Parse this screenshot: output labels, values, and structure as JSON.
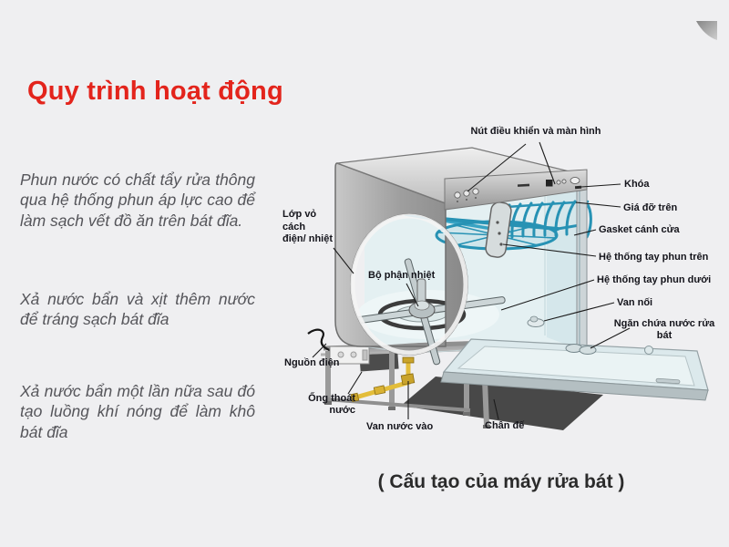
{
  "page": {
    "background": "#efeff1"
  },
  "title": {
    "text": "Quy trình hoạt động",
    "color": "#e3241c"
  },
  "steps": [
    "Phun nước có chất tẩy rửa thông qua hệ thống phun áp lực cao để làm sạch vết đồ ăn trên bát đĩa.",
    "Xả nước bẩn và xịt thêm nước để tráng sạch bát đĩa",
    "Xả nước bẩn một lần nữa sau đó tạo luồng khí nóng để làm khô bát đĩa"
  ],
  "caption": "( Cấu tạo của máy rửa bát )",
  "diagram": {
    "subject": "dishwasher cutaway illustration",
    "colors": {
      "rack_teal": "#2792b4",
      "pipe_yellow": "#e3bd3a",
      "body_gray": "#a9a9a9",
      "label_ink": "#14141b",
      "title_red": "#e3241c"
    },
    "labels": [
      {
        "id": "control-panel-and-display",
        "text": "Nút điều khiển và màn hình"
      },
      {
        "id": "lock",
        "text": "Khóa"
      },
      {
        "id": "upper-rack",
        "text": "Giá đỡ trên"
      },
      {
        "id": "door-gasket",
        "text": "Gasket cánh cửa"
      },
      {
        "id": "upper-spray-arm",
        "text": "Hệ thống tay phun trên"
      },
      {
        "id": "lower-spray-arm",
        "text": "Hệ thống tay phun dưới"
      },
      {
        "id": "connector-valve",
        "text": "Van nối"
      },
      {
        "id": "detergent-container",
        "lines": [
          "Ngăn chứa nước rửa",
          "bát"
        ]
      },
      {
        "id": "insulation-shell",
        "lines": [
          "Lớp vỏ",
          "cách",
          "điện/ nhiệt"
        ]
      },
      {
        "id": "heating-element",
        "text": "Bộ phận nhiệt"
      },
      {
        "id": "power-source",
        "text": "Nguồn điện"
      },
      {
        "id": "drain-pipe",
        "lines": [
          "Ống thoát",
          "nước"
        ]
      },
      {
        "id": "water-inlet-valve",
        "text": "Van nước vào"
      },
      {
        "id": "base-stand",
        "text": "Chân đế"
      }
    ]
  }
}
